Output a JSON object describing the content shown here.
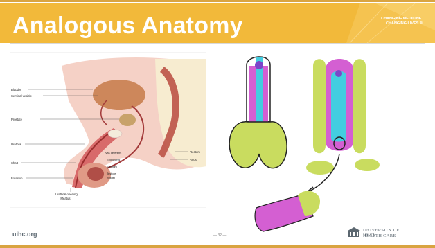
{
  "slide": {
    "title": "Analogous Anatomy",
    "tagline": [
      "CHANGING MEDICINE.",
      "CHANGING LIVES.®"
    ],
    "footer_url": "uihc.org",
    "page_number": "— 32 —",
    "logo": {
      "line1": "UNIVERSITY OF IOWA",
      "line2": "HEALTH CARE"
    }
  },
  "anatomy_labels": {
    "left": [
      "Bladder",
      "Seminal vesicle",
      "Prostate",
      "Urethra",
      "Shaft",
      "Foreskin"
    ],
    "right": [
      "Rectum",
      "Anus"
    ],
    "center": [
      "Vas deferens",
      "Epididymis",
      "Scrotum",
      "Testicle",
      "(testis)"
    ],
    "bottom": [
      "Urethral opening",
      "(Meatus)"
    ]
  },
  "colors": {
    "brand_gold": "#f2b93a",
    "brand_gold_dark": "#d9a441",
    "diagram_green": "#c9dc5f",
    "diagram_pink": "#d45fd2",
    "diagram_cyan": "#43cde0",
    "diagram_purple": "#7b45c9"
  }
}
